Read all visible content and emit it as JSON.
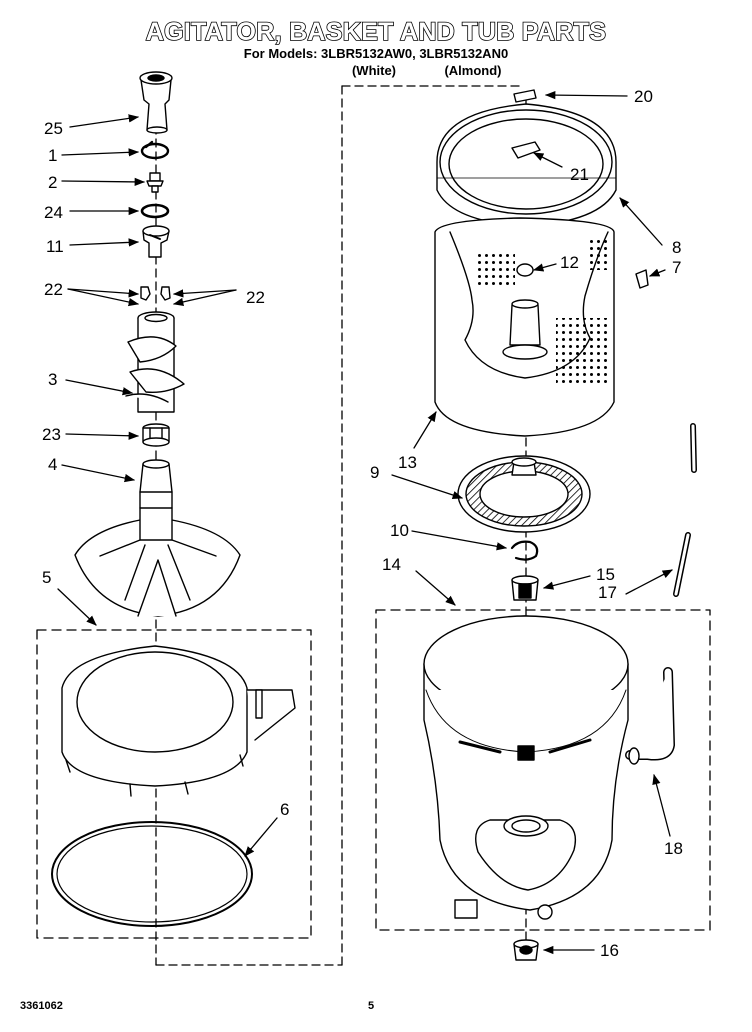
{
  "header": {
    "title": "AGITATOR, BASKET AND TUB PARTS",
    "models": "For Models: 3LBR5132AW0, 3LBR5132AN0",
    "color_white": "(White)",
    "color_almond": "(Almond)"
  },
  "callouts": {
    "c1": "1",
    "c2": "2",
    "c3": "3",
    "c4": "4",
    "c5": "5",
    "c6": "6",
    "c7": "7",
    "c8": "8",
    "c9": "9",
    "c10": "10",
    "c11": "11",
    "c12": "12",
    "c13": "13",
    "c14": "14",
    "c15": "15",
    "c16": "16",
    "c17": "17",
    "c18": "18",
    "c20": "20",
    "c21": "21",
    "c22a": "22",
    "c22b": "22",
    "c23": "23",
    "c24": "24",
    "c25": "25"
  },
  "footer": {
    "doc_number": "3361062",
    "page_number": "5"
  }
}
